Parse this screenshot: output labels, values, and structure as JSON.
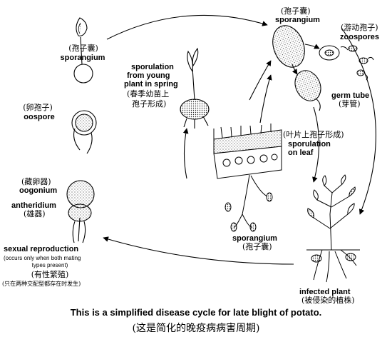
{
  "stages": {
    "sporangium_left": {
      "cn": "(孢子囊)",
      "en": "sporangium"
    },
    "oospore": {
      "cn": "(卵孢子)",
      "en": "oospore"
    },
    "oogonium": {
      "cn": "(藏卵器)",
      "en": "oogonium"
    },
    "antheridium": {
      "en": "antheridium",
      "cn": "(雄器)"
    },
    "sexual_reproduction": {
      "en": "sexual reproduction",
      "note_line1": "(occurs only when both mating",
      "note_line2": "types present)",
      "cn": "(有性繁殖)",
      "cn_note": "(只在两种交配型都存在时发生)"
    },
    "sporulation_spring": {
      "en_line1": "sporulation",
      "en_line2": "from young",
      "en_line3": "plant in spring",
      "cn_line1": "(春季幼苗上",
      "cn_line2": "孢子形成)"
    },
    "sporangium_top": {
      "cn": "(孢子囊)",
      "en": "sporangium"
    },
    "zoospores": {
      "cn": "(游动孢子)",
      "en": "zoospores"
    },
    "germ_tube": {
      "en": "germ tube",
      "cn": "(芽管)"
    },
    "sporulation_leaf": {
      "cn": "(叶片上孢子形成)",
      "en_line1": "sporulation",
      "en_line2": "on leaf"
    },
    "sporangium_bottom": {
      "en": "sporangium",
      "cn": "(孢子囊)"
    },
    "infected_plant": {
      "en": "infected plant",
      "cn": "(被侵染的植株)"
    }
  },
  "caption": {
    "en": "This is a simplified disease cycle for late blight of potato.",
    "cn": "(这是简化的晚疫病病害周期)"
  }
}
